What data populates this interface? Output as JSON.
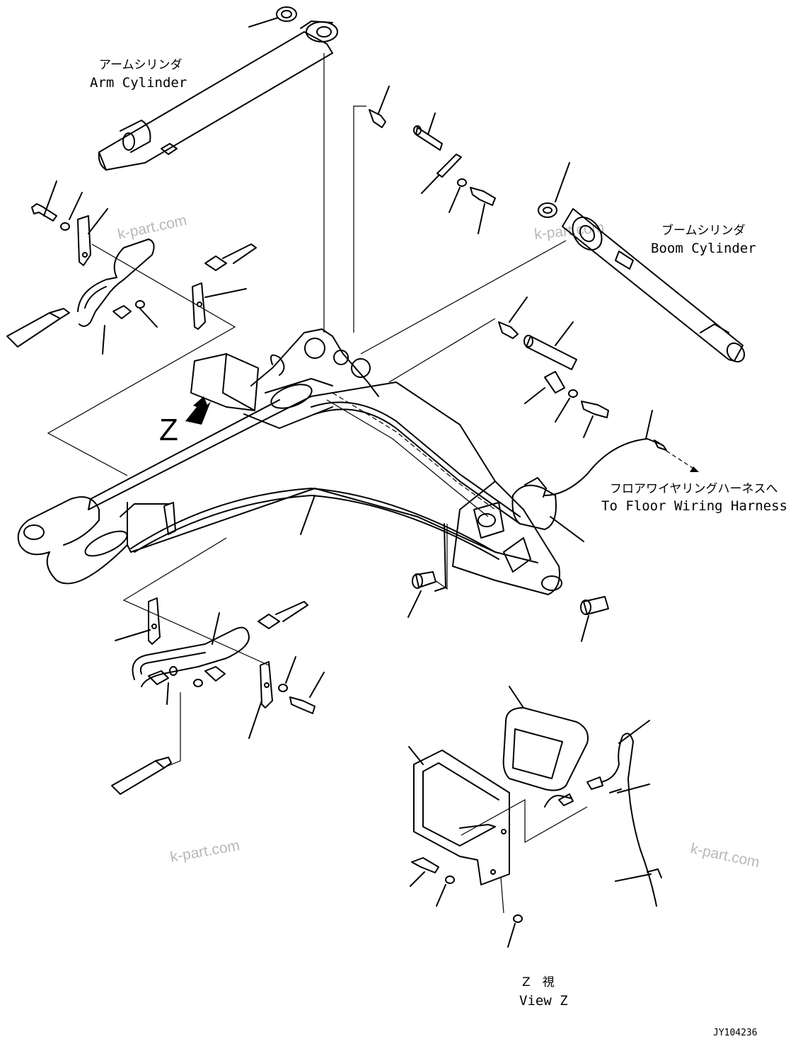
{
  "labels": {
    "arm_cylinder_jp": "アームシリンダ",
    "arm_cylinder_en": "Arm Cylinder",
    "boom_cylinder_jp": "ブームシリンダ",
    "boom_cylinder_en": "Boom Cylinder",
    "floor_harness_jp": "フロアワイヤリングハーネスへ",
    "floor_harness_en": "To Floor Wiring Harness",
    "view_z_jp": "Z　視",
    "view_z_en": "View Z",
    "z_marker": "Z"
  },
  "watermark": "k-part.com",
  "drawing_code": "JY104236"
}
